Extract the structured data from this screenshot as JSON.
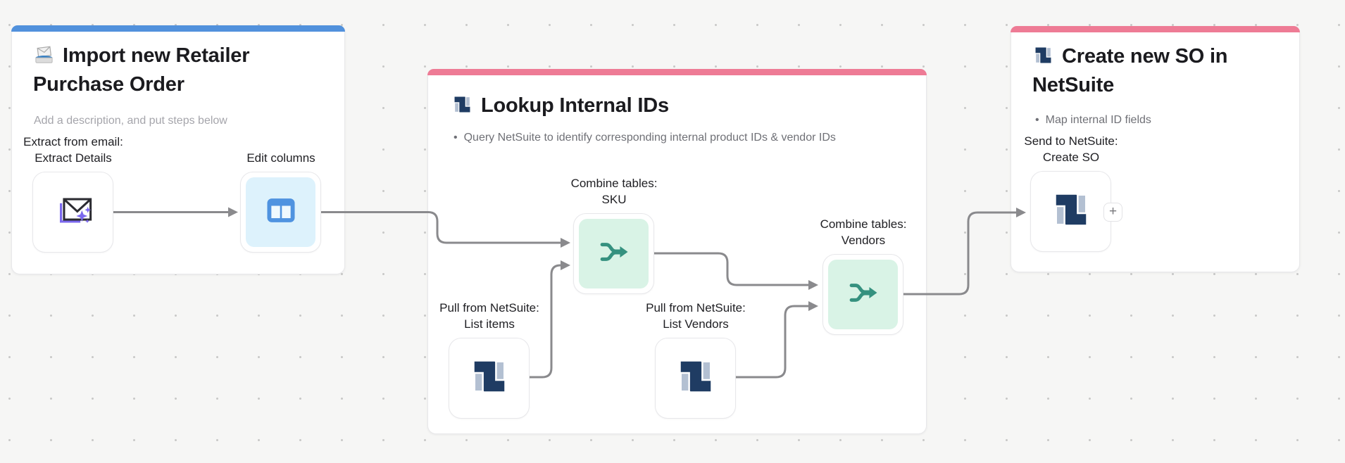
{
  "colors": {
    "accent_blue": "#5191dc",
    "accent_pink": "#ee7b95",
    "merge_teal": "#35917f",
    "table_blue": "#4f93e0",
    "netsuite_navy": "#1f3c63",
    "netsuite_light": "#b3c0d2",
    "connector_gray": "#8a8a8d"
  },
  "groups": [
    {
      "title": "Import new Retailer Purchase Order",
      "title_icon": "incoming-envelope-emoji",
      "description_placeholder": "Add a description, and put steps below"
    },
    {
      "title": "Lookup Internal IDs",
      "title_icon": "netsuite-logo",
      "bullet": "Query NetSuite to identify corresponding internal product IDs & vendor IDs"
    },
    {
      "title": "Create new SO in NetSuite",
      "title_icon": "netsuite-logo",
      "bullet": "Map internal ID fields"
    }
  ],
  "nodes": [
    {
      "line1": "Extract from email:",
      "line2": "Extract Details",
      "icon": "email-sparkle-icon"
    },
    {
      "line1": "",
      "line2": "Edit columns",
      "icon": "table-columns-icon"
    },
    {
      "line1": "Combine tables:",
      "line2": "SKU",
      "icon": "merge-icon"
    },
    {
      "line1": "Pull from NetSuite:",
      "line2": "List items",
      "icon": "netsuite-icon"
    },
    {
      "line1": "Pull from NetSuite:",
      "line2": "List Vendors",
      "icon": "netsuite-icon"
    },
    {
      "line1": "Combine tables:",
      "line2": "Vendors",
      "icon": "merge-icon"
    },
    {
      "line1": "Send to NetSuite:",
      "line2": "Create SO",
      "icon": "netsuite-icon"
    }
  ],
  "add_step_button": "+"
}
